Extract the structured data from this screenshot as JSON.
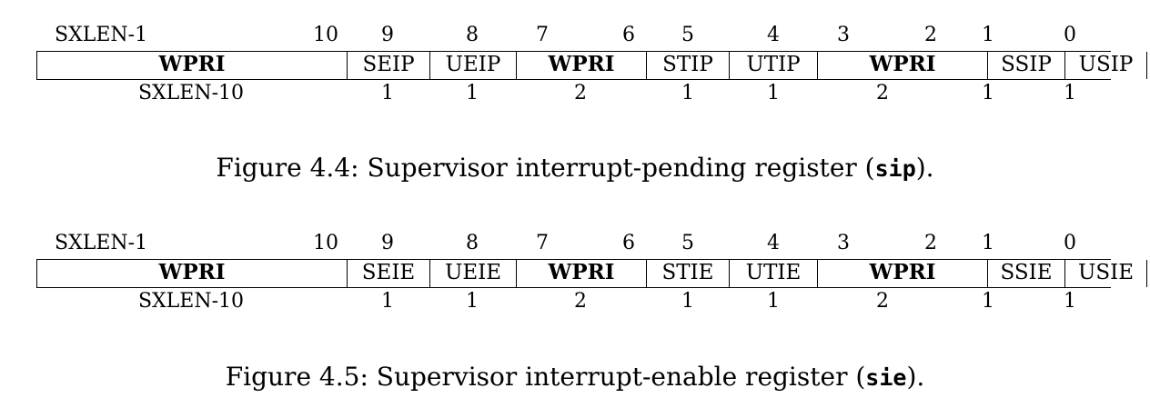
{
  "figures": [
    {
      "bit_labels": {
        "msb": "SXLEN-1",
        "b10": "10",
        "b9": "9",
        "b8": "8",
        "b7": "7",
        "b6": "6",
        "b5": "5",
        "b4": "4",
        "b3": "3",
        "b2": "2",
        "b1": "1",
        "b0": "0"
      },
      "fields": [
        {
          "name": "WPRI",
          "width": "SXLEN-10"
        },
        {
          "name": "SEIP",
          "width": "1"
        },
        {
          "name": "UEIP",
          "width": "1"
        },
        {
          "name": "WPRI",
          "width": "2"
        },
        {
          "name": "STIP",
          "width": "1"
        },
        {
          "name": "UTIP",
          "width": "1"
        },
        {
          "name": "WPRI",
          "width": "2"
        },
        {
          "name": "SSIP",
          "width": "1"
        },
        {
          "name": "USIP",
          "width": "1"
        }
      ],
      "caption_prefix": "Figure 4.4: Supervisor interrupt-pending register (",
      "caption_code": "sip",
      "caption_suffix": ")."
    },
    {
      "bit_labels": {
        "msb": "SXLEN-1",
        "b10": "10",
        "b9": "9",
        "b8": "8",
        "b7": "7",
        "b6": "6",
        "b5": "5",
        "b4": "4",
        "b3": "3",
        "b2": "2",
        "b1": "1",
        "b0": "0"
      },
      "fields": [
        {
          "name": "WPRI",
          "width": "SXLEN-10"
        },
        {
          "name": "SEIE",
          "width": "1"
        },
        {
          "name": "UEIE",
          "width": "1"
        },
        {
          "name": "WPRI",
          "width": "2"
        },
        {
          "name": "STIE",
          "width": "1"
        },
        {
          "name": "UTIE",
          "width": "1"
        },
        {
          "name": "WPRI",
          "width": "2"
        },
        {
          "name": "SSIE",
          "width": "1"
        },
        {
          "name": "USIE",
          "width": "1"
        }
      ],
      "caption_prefix": "Figure 4.5: Supervisor interrupt-enable register (",
      "caption_code": "sie",
      "caption_suffix": ")."
    }
  ]
}
